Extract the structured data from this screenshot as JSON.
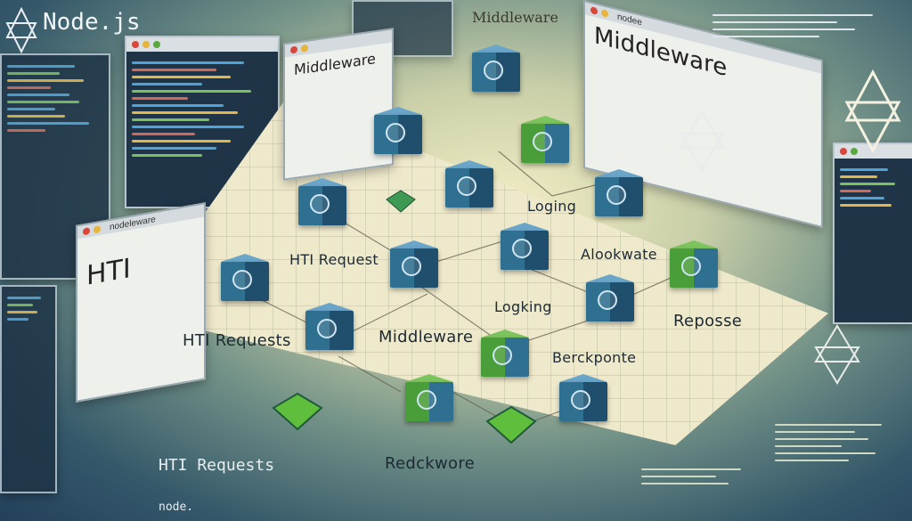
{
  "header": {
    "title": "Node.js"
  },
  "top_label": "Middleware",
  "windows": {
    "left_middleware": "Middleware",
    "left_bar": "nodeleware",
    "left_http": "HTI",
    "right_title": "nodee",
    "right_middleware": "Middleware"
  },
  "floor_labels": {
    "http_request": "HTI Request",
    "http_requests": "HTI Requests",
    "middleware": "Middleware",
    "loging": "Loging",
    "logking": "Logking",
    "alookwate": "Alookwate",
    "reposse": "Reposse",
    "berckponte": "Berckponte",
    "redckwore": "Redckwore"
  },
  "bottom": {
    "http_requests": "HTI Requests",
    "node": "node."
  },
  "colors": {
    "cube_blue": "#2f6f8f",
    "cube_green": "#4a9e3a",
    "floor": "#efe9cc"
  }
}
